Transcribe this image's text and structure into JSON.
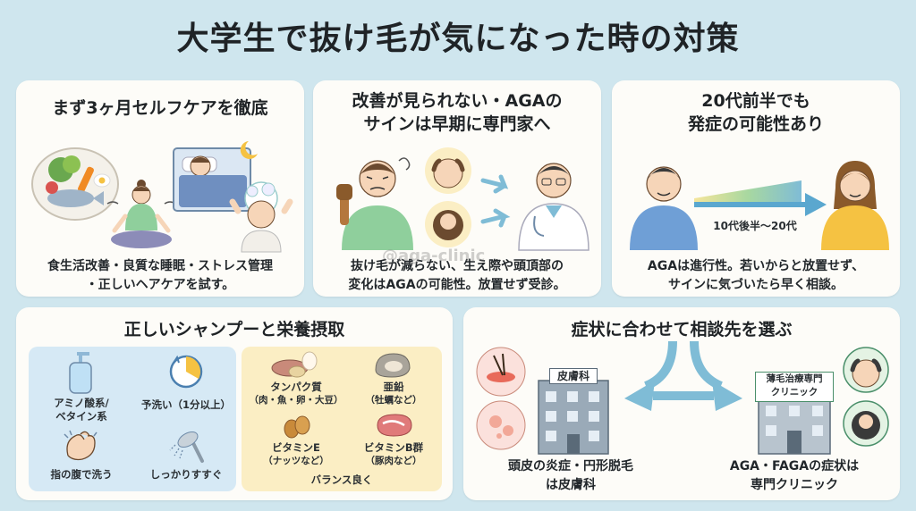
{
  "title": "大学生で抜け毛が気になった時の対策",
  "watermark": "@aga-clinic",
  "card1": {
    "title": "まず3ヶ月セルフケアを徹底",
    "caption_line1": "食生活改善・良質な睡眠・ストレス管理",
    "caption_line2": "・正しいヘアケアを試す。"
  },
  "card2": {
    "title_line1": "改善が見られない・AGAの",
    "title_line2": "サインは早期に専門家へ",
    "caption_line1": "抜け毛が減らない、生え際や頭頂部の",
    "caption_line2": "変化はAGAの可能性。放置せず受診。"
  },
  "card3": {
    "title_line1": "20代前半でも",
    "title_line2": "発症の可能性あり",
    "arrow_label": "10代後半〜20代",
    "caption_line1": "AGAは進行性。若いからと放置せず、",
    "caption_line2": "サインに気づいたら早く相談。"
  },
  "card4": {
    "title": "正しいシャンプーと栄養摂取",
    "shampoo_items": [
      {
        "label_line1": "アミノ酸系/",
        "label_line2": "ベタイン系",
        "icon": "pump-bottle-icon"
      },
      {
        "label_line1": "予洗い（1分以上）",
        "label_line2": "",
        "icon": "timer-icon"
      },
      {
        "label_line1": "指の腹で洗う",
        "label_line2": "",
        "icon": "fingertips-icon"
      },
      {
        "label_line1": "しっかりすすぐ",
        "label_line2": "",
        "icon": "shower-head-icon"
      }
    ],
    "nutrition_items": [
      {
        "label_line1": "タンパク質",
        "label_line2": "（肉・魚・卵・大豆）",
        "icon": "protein-food-icon"
      },
      {
        "label_line1": "亜鉛",
        "label_line2": "（牡蠣など）",
        "icon": "oyster-icon"
      },
      {
        "label_line1": "ビタミンE",
        "label_line2": "（ナッツなど）",
        "icon": "nuts-icon"
      },
      {
        "label_line1": "ビタミンB群",
        "label_line2": "（豚肉など）",
        "icon": "meat-icon"
      }
    ],
    "balance_label": "バランス良く"
  },
  "card5": {
    "title": "症状に合わせて相談先を選ぶ",
    "derm_sign": "皮膚科",
    "clinic_sign_line1": "薄毛治療専門",
    "clinic_sign_line2": "クリニック",
    "left_caption_line1": "頭皮の炎症・円形脱毛",
    "left_caption_line2": "は皮膚科",
    "right_caption_line1": "AGA・FAGAの症状は",
    "right_caption_line2": "専門クリニック"
  },
  "colors": {
    "background": "#cfe6ee",
    "card": "#fdfcf8",
    "shampoo_panel": "#d6e9f5",
    "nutrition_panel": "#fbeec4",
    "arrow_blue": "#7fbcd6"
  }
}
